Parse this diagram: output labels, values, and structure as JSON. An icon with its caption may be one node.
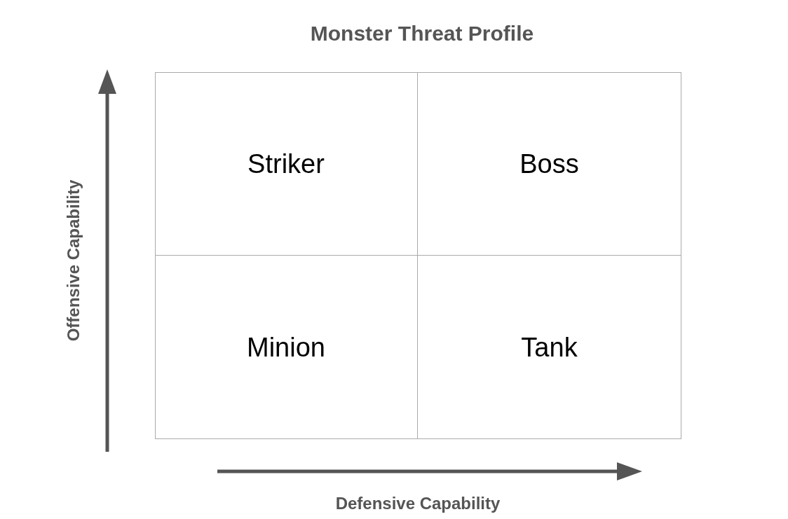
{
  "diagram": {
    "title": "Monster Threat Profile",
    "nodes": [
      {
        "text": [
          "Striker"
        ]
      },
      {
        "text": [
          "Boss"
        ]
      },
      {
        "text": [
          "Minion"
        ]
      },
      {
        "text": [
          "Tank"
        ]
      }
    ],
    "labels": [
      "Offensive Capability",
      "Defensive Capability"
    ]
  }
}
